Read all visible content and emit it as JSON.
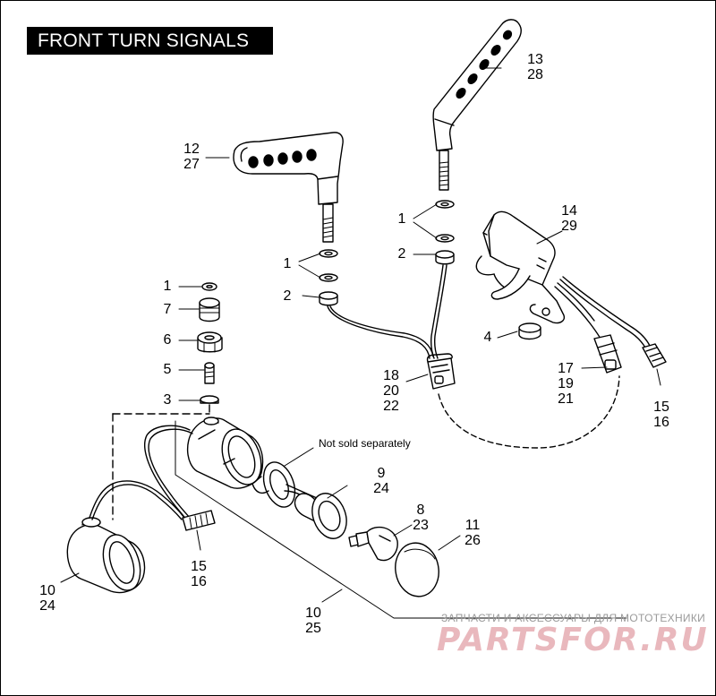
{
  "title": "FRONT TURN SIGNALS",
  "note": "Not sold separately",
  "callouts": {
    "c12": [
      "12",
      "27"
    ],
    "c13": [
      "13",
      "28"
    ],
    "c14": [
      "14",
      "29"
    ],
    "c1a": [
      "1"
    ],
    "c1b": [
      "1"
    ],
    "c1c": [
      "1"
    ],
    "c2a": [
      "2"
    ],
    "c2b": [
      "2"
    ],
    "c7": [
      "7"
    ],
    "c6": [
      "6"
    ],
    "c5": [
      "5"
    ],
    "c3": [
      "3"
    ],
    "c4": [
      "4"
    ],
    "c18": [
      "18",
      "20",
      "22"
    ],
    "c17": [
      "17",
      "19",
      "21"
    ],
    "c15r": [
      "15",
      "16"
    ],
    "c15l": [
      "15",
      "16"
    ],
    "c9": [
      "9",
      "24"
    ],
    "c8": [
      "8",
      "23"
    ],
    "c11": [
      "11",
      "26"
    ],
    "c10l": [
      "10",
      "24"
    ],
    "c10b": [
      "10",
      "25"
    ]
  },
  "watermark": {
    "subtitle": "ЗАПЧАСТИ И АКСЕССУАРЫ ДЛЯ МОТОТЕХНИКИ",
    "logo": "PARTSFOR.RU"
  }
}
